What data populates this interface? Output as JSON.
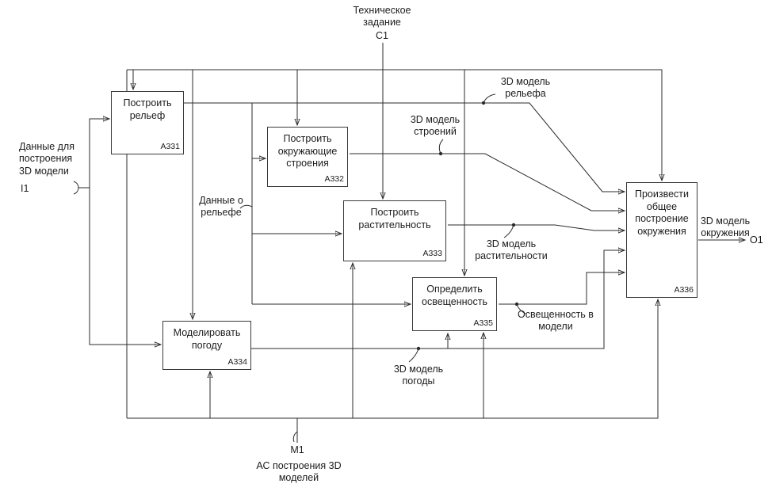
{
  "boxes": {
    "a331": {
      "title": "Построить рельеф",
      "code": "A331"
    },
    "a332": {
      "title": "Построить окружающие строения",
      "code": "A332"
    },
    "a333": {
      "title": "Построить растительность",
      "code": "A333"
    },
    "a334": {
      "title": "Моделировать погоду",
      "code": "A334"
    },
    "a335": {
      "title": "Определить освещенность",
      "code": "A335"
    },
    "a336": {
      "title": "Произвести общее построение окружения",
      "code": "A336"
    }
  },
  "externals": {
    "control": {
      "label": "Техническое задание",
      "code": "C1"
    },
    "input": {
      "label": "Данные для построения 3D модели",
      "code": "I1"
    },
    "output": {
      "label": "3D модель окружения",
      "code": "O1"
    },
    "mechanism": {
      "label": "АС построения 3D моделей",
      "code": "M1"
    }
  },
  "flows": {
    "relief_model": "3D модель рельефа",
    "buildings_model": "3D модель строений",
    "relief_data": "Данные о рельефе",
    "vegetation_model": "3D модель растительности",
    "lighting_in_model": "Освещенность в модели",
    "weather_model": "3D модель погоды"
  },
  "colors": {
    "line": "#2b2b2b",
    "text": "#1c1c1c",
    "background": "#ffffff"
  }
}
